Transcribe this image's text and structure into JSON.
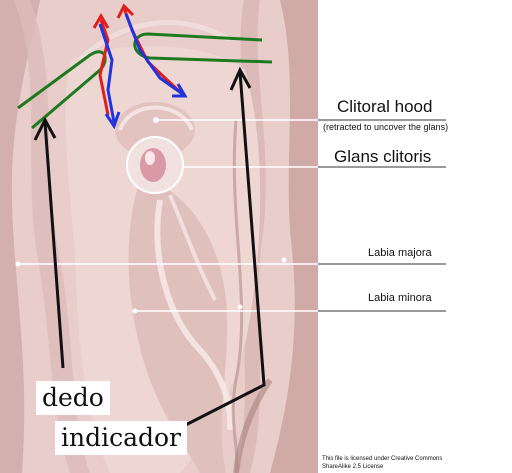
{
  "labels": {
    "clitoral_hood": "Clitoral hood",
    "clitoral_hood_note": "(retracted to uncover the glans)",
    "glans_clitoris": "Glans clitoris",
    "labia_majora": "Labia majora",
    "labia_minora": "Labia minora"
  },
  "handwritten": {
    "line1": "dedo",
    "line2": "indicador"
  },
  "license": {
    "line1": "This file is licensed under Creative Commons",
    "line2": "ShareAlike 2.5 License"
  },
  "colors": {
    "skin_base": "#e6c9c6",
    "skin_dark": "#c7a2a0",
    "arrow_red": "#e01e1e",
    "arrow_blue": "#2233dd",
    "stroke_green": "#1e7a1e",
    "pointer_black": "#111111",
    "leader_line": "#ffffff"
  }
}
